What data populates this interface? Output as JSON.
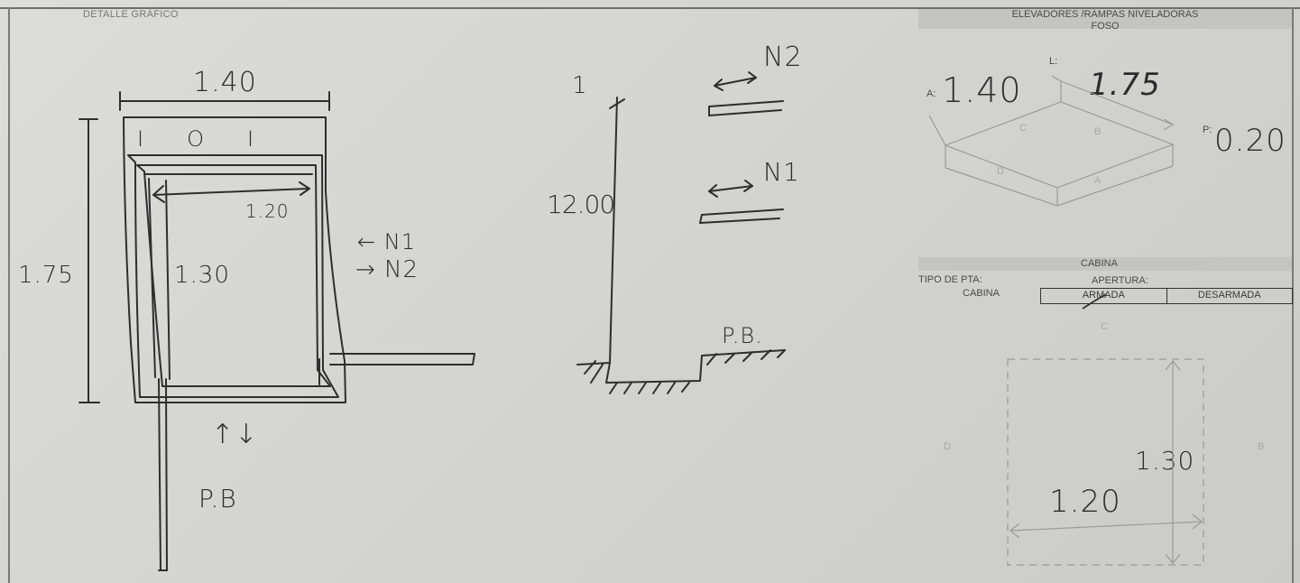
{
  "header": {
    "left_title": "DETALLE GRÁFICO",
    "right_title": "ELEVADORES /RAMPAS NIVELADORAS",
    "right_subtitle": "FOSO"
  },
  "foso": {
    "a_label": "A:",
    "a_value": "1.40",
    "l_label": "L:",
    "l_value": "1.75",
    "p_label": "P:",
    "p_value": "0.20",
    "face_labels": [
      "C",
      "B",
      "D",
      "A"
    ]
  },
  "cabina": {
    "title": "CABINA",
    "tipo_label_line1": "TIPO DE PTA:",
    "tipo_label_line2": "CABINA",
    "apertura_label": "APERTURA:",
    "options": [
      "ARMADA",
      "DESARMADA"
    ],
    "side_labels": {
      "top": "C",
      "left": "D",
      "right": "B"
    },
    "depth_value": "1.30",
    "width_value": "1.20"
  },
  "sketch_plan": {
    "width_top": "1.40",
    "height_left": "1.75",
    "inner_width": "1.20",
    "inner_depth": "1.30",
    "button_row": [
      "I",
      "O",
      "I"
    ],
    "levels_side": [
      "← N1",
      "→ N2"
    ],
    "arrows_bottom": "↑↓",
    "base_label": "P.B"
  },
  "sketch_section": {
    "height_value": "12.00",
    "mark_top": "1",
    "level_n2": "N2",
    "level_n1": "N1",
    "base_label": "P.B."
  }
}
